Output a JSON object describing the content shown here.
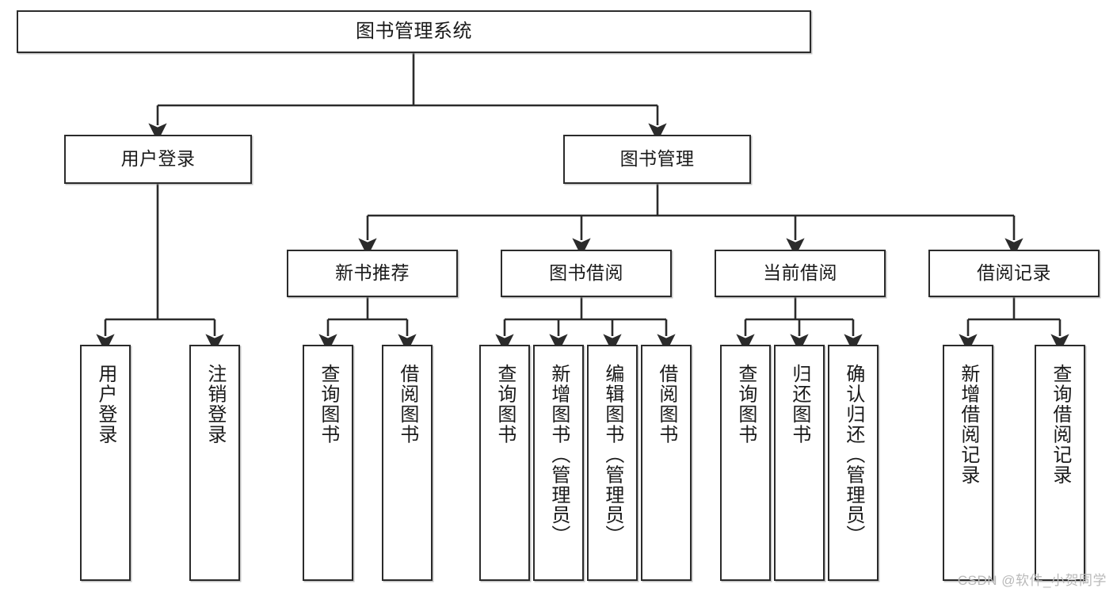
{
  "diagram": {
    "title": "图书管理系统",
    "type": "hierarchy-tree",
    "root": {
      "label": "图书管理系统"
    },
    "level2": [
      {
        "label": "用户登录"
      },
      {
        "label": "图书管理"
      }
    ],
    "level3": [
      {
        "label": "新书推荐"
      },
      {
        "label": "图书借阅"
      },
      {
        "label": "当前借阅"
      },
      {
        "label": "借阅记录"
      }
    ],
    "leaves": {
      "user_login": [
        {
          "label": "用户登录"
        },
        {
          "label": "注销登录"
        }
      ],
      "new_book_recommend": [
        {
          "label": "查询图书"
        },
        {
          "label": "借阅图书"
        }
      ],
      "book_borrow": [
        {
          "label": "查询图书"
        },
        {
          "label": "新增图书（管理员）"
        },
        {
          "label": "编辑图书（管理员）"
        },
        {
          "label": "借阅图书"
        }
      ],
      "current_borrow": [
        {
          "label": "查询图书"
        },
        {
          "label": "归还图书"
        },
        {
          "label": "确认归还（管理员）"
        }
      ],
      "borrow_record": [
        {
          "label": "新增借阅记录"
        },
        {
          "label": "查询借阅记录"
        }
      ]
    }
  },
  "watermark": {
    "text": "CSDN @软件_小贺同学"
  },
  "colors": {
    "box_border": "#2b2b2b",
    "box_fill": "#ffffff",
    "edge": "#2b2b2b",
    "text": "#1a1a1a",
    "watermark": "#b9b9b9"
  }
}
